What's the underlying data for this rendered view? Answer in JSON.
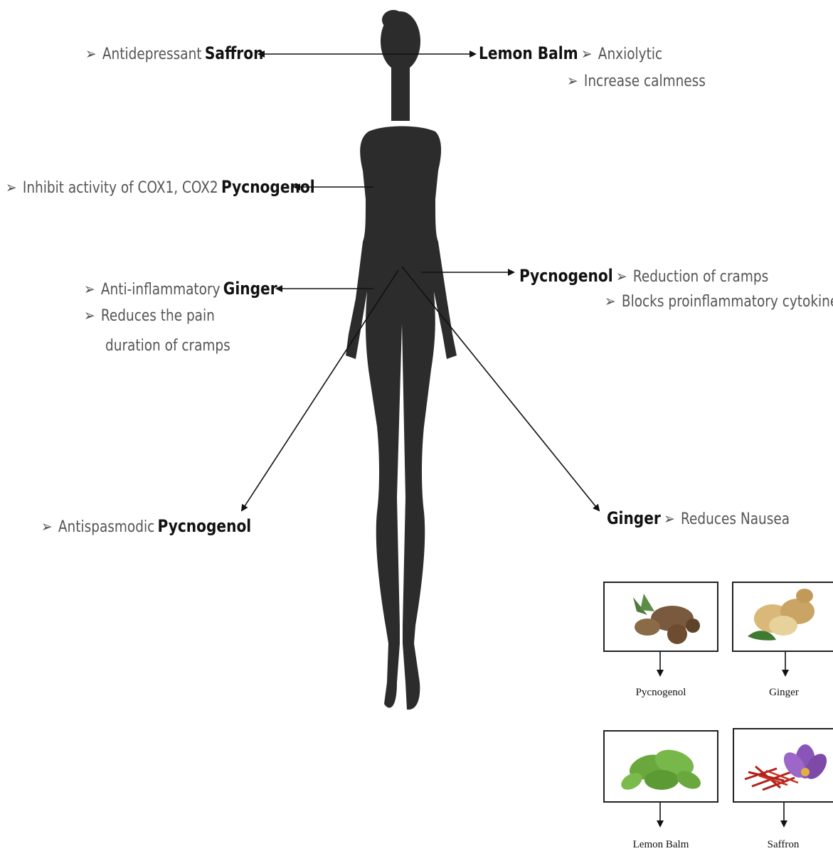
{
  "annotations": {
    "saffron_top": {
      "effect": "Antidepressant",
      "herb": "Saffron"
    },
    "lemon_balm": {
      "herb": "Lemon Balm",
      "effects": [
        "Anxiolytic",
        "Increase calmness"
      ]
    },
    "pycnogenol_chest": {
      "effect": "Inhibit activity of COX1, COX2",
      "herb": "Pycnogenol"
    },
    "pycnogenol_abdomen": {
      "herb": "Pycnogenol",
      "effects": [
        "Reduction of cramps",
        "Blocks proinflammatory cytokines"
      ]
    },
    "ginger_abdomen": {
      "herb": "Ginger",
      "effects": [
        "Anti-inflammatory",
        "Reduces the pain",
        "duration of cramps"
      ]
    },
    "pycnogenol_lower": {
      "effect": "Antispasmodic",
      "herb": "Pycnogenol"
    },
    "ginger_lower": {
      "herb": "Ginger",
      "effect": "Reduces Nausea"
    }
  },
  "bullet_symbol": "➢",
  "legend": {
    "items": [
      {
        "name": "Pycnogenol",
        "icon": "pine-bark-icon"
      },
      {
        "name": "Ginger",
        "icon": "ginger-root-icon"
      },
      {
        "name": "Lemon Balm",
        "icon": "lemon-balm-leaf-icon"
      },
      {
        "name": "Saffron",
        "icon": "saffron-flower-icon"
      }
    ]
  },
  "colors": {
    "silhouette": "#2c2c2c",
    "herb_text": "#111111",
    "effect_text": "#555555"
  }
}
